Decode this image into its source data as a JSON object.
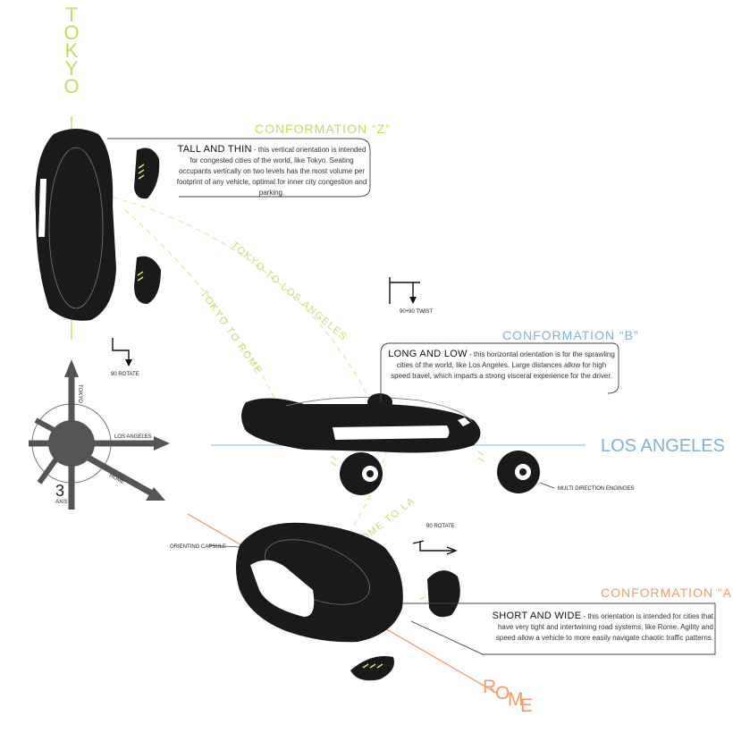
{
  "cities": {
    "tokyo": "TOKYO",
    "los_angeles": "LOS ANGELES",
    "rome": "ROME"
  },
  "conformations": {
    "z": {
      "title": "CONFORMATION “Z”",
      "lead": "TALL AND THIN",
      "text": " - this vertical orientation is intended for congested cities of the world, like Tokyo. Seating occupants vertically on two levels has the most volume per footprint of any vehicle, optimal for inner city congestion and parking."
    },
    "b": {
      "title": "CONFORMATION “B”",
      "lead": "LONG AND LOW",
      "text": " - this horizontal orientation is for the sprawling cities of the world, like Los Angeles.  Large distances allow for high speed travel, which imparts a strong visceral experience for the driver."
    },
    "a": {
      "title": "CONFORMATION “A”",
      "lead": "SHORT AND WIDE",
      "text": " - this orientation is intended for cities that have very tight and intertwining road systems, like Rome.  Agility and speed allow a vehicle to more easily navigate chaotic traffic patterns."
    }
  },
  "routes": {
    "tokyo_la": "TOKYO TO LOS ANGELES",
    "tokyo_rome": "TOKYO TO ROME",
    "rome_la": "ROME TO LA"
  },
  "annotations": {
    "rotate_z": "90 ROTATE",
    "twist_b": "90+90 TWIST",
    "rotate_a": "90 ROTATE",
    "engines": "MULTI DIRECTION ENGINGES",
    "capsule": "ORIENTING CAPSULE"
  },
  "axis": {
    "tokyo": "TOKYO",
    "la": "LOS ANGELES",
    "rome": "ROME",
    "num": "3",
    "unit": "AXIS"
  },
  "colors": {
    "tokyo": "#c5db5c",
    "los_angeles": "#7fb2d6",
    "rome": "#f29a6a",
    "vehicle": "#1a1a1a",
    "axis": "#555555"
  }
}
